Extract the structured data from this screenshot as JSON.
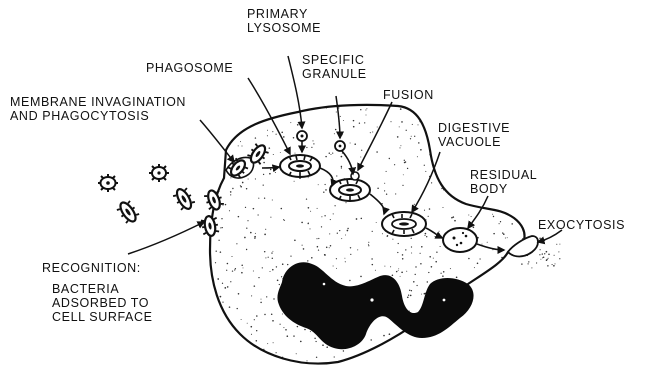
{
  "labels": {
    "primary_lysosome": "PRIMARY\nLYSOSOME",
    "phagosome": "PHAGOSOME",
    "specific_granule": "SPECIFIC\nGRANULE",
    "fusion": "FUSION",
    "membrane_invagination": "MEMBRANE INVAGINATION\nAND PHAGOCYTOSIS",
    "digestive_vacuole": "DIGESTIVE\nVACUOLE",
    "residual_body": "RESIDUAL\nBODY",
    "exocytosis": "EXOCYTOSIS",
    "recognition": "RECOGNITION:",
    "bacteria_adsorbed": "BACTERIA\nADSORBED TO\nCELL SURFACE"
  },
  "colors": {
    "ink": "#111111",
    "nucleus": "#0b0b0b",
    "background": "#ffffff"
  }
}
